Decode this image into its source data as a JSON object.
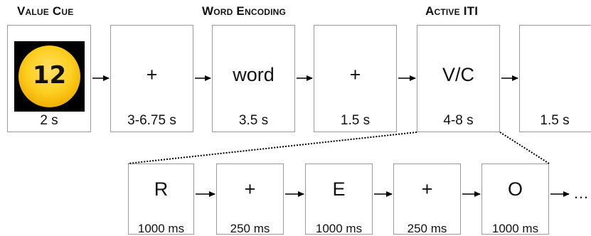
{
  "phases": {
    "value_cue": "Value Cue",
    "word_encoding": "Word Encoding",
    "active_iti": "Active ITI"
  },
  "top_row": [
    {
      "symbol": "",
      "duration": "2 s",
      "image": "gold-coin-value",
      "image_text": "12"
    },
    {
      "symbol": "+",
      "duration": "3-6.75 s"
    },
    {
      "symbol": "word",
      "duration": "3.5 s"
    },
    {
      "symbol": "+",
      "duration": "1.5 s"
    },
    {
      "symbol": "V/C",
      "duration": "4-8 s"
    },
    {
      "symbol": "",
      "duration": "1.5 s"
    }
  ],
  "bottom_row": [
    {
      "symbol": "R",
      "duration": "1000 ms"
    },
    {
      "symbol": "+",
      "duration": "250 ms"
    },
    {
      "symbol": "E",
      "duration": "1000 ms"
    },
    {
      "symbol": "+",
      "duration": "250 ms"
    },
    {
      "symbol": "O",
      "duration": "1000 ms"
    }
  ],
  "continuation": "…",
  "colors": {
    "coin": "#fdcf22",
    "border": "#9a9a9a"
  }
}
